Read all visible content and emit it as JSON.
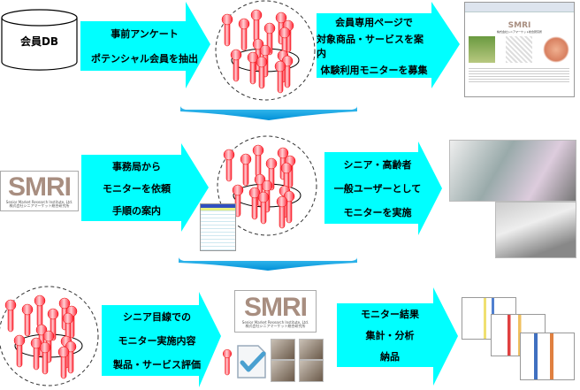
{
  "colors": {
    "arrow_fill": "#00ffff",
    "chevron": "#00a0e0",
    "figure": "#ff3344",
    "logo": "#a88e80"
  },
  "row1": {
    "database_label": "会員DB",
    "arrow1_lines": [
      "事前アンケート",
      "ポテンシャル会員を抽出"
    ],
    "arrow2_lines": [
      "会員専用ページで",
      "対象商品・サービスを案内",
      "体験利用モニターを募集"
    ],
    "webpage_thumbnail": {
      "logo": "SMRI",
      "heading": "株式会社シニアマーケット総合研究所"
    }
  },
  "row2": {
    "logo": {
      "text": "SMRI",
      "subtitle_en": "Senior Market Research Institute, Ltd.",
      "subtitle_jp": "株式会社シニアマーケット総合研究所"
    },
    "arrow1_lines": [
      "事務局から",
      "モニターを依頼",
      "手順の案内"
    ],
    "arrow2_lines": [
      "シニア・高齢者",
      "一般ユーザーとして",
      "モニターを実施"
    ]
  },
  "row3": {
    "arrow1_lines": [
      "シニア目線での",
      "モニター実施内容",
      "製品・サービス評価"
    ],
    "logo": {
      "text": "SMRI",
      "subtitle_en": "Senior Market Research Institute, Ltd.",
      "subtitle_jp": "株式会社シニアマーケット総合研究所"
    },
    "arrow2_lines": [
      "モニター結果",
      "集計・分析",
      "納品"
    ]
  },
  "icons": [
    "database-icon",
    "person-figure-icon",
    "checkmark-document-icon",
    "down-arrow-icon"
  ]
}
